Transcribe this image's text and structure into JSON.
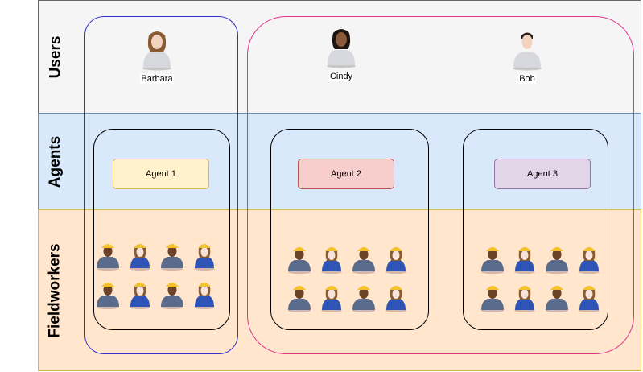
{
  "lanes": [
    {
      "label": "Users",
      "fill": "#f5f5f5",
      "stroke": "#666666"
    },
    {
      "label": "Agents",
      "fill": "#dae8fc",
      "stroke": "#6c8ebf"
    },
    {
      "label": "Fieldworkers",
      "fill": "#ffe6cc",
      "stroke": "#d6b656"
    }
  ],
  "users": [
    {
      "name": "Barbara",
      "icon": "woman-user-icon",
      "hair": "#8a5a33",
      "skin": "#f3d2c0"
    },
    {
      "name": "Cindy",
      "icon": "woman-user-icon",
      "hair": "#1e1410",
      "skin": "#8a5a3a"
    },
    {
      "name": "Bob",
      "icon": "man-user-icon",
      "hair": "#2a2018",
      "skin": "#f3d2c0"
    }
  ],
  "agents": [
    {
      "label": "Agent 1",
      "fill": "#fff2cc",
      "stroke": "#d6b656"
    },
    {
      "label": "Agent 2",
      "fill": "#f8cecc",
      "stroke": "#b85450"
    },
    {
      "label": "Agent 3",
      "fill": "#e1d5e7",
      "stroke": "#9673a6"
    }
  ],
  "groups": [
    {
      "name": "barbara-group",
      "stroke": "#3333cc"
    },
    {
      "name": "cindy-bob-group",
      "stroke": "#e0368f"
    }
  ],
  "fieldworker_clusters": [
    {
      "agent": "Agent 1",
      "workers": [
        "male",
        "female",
        "male",
        "female",
        "male",
        "female",
        "male",
        "female"
      ]
    },
    {
      "agent": "Agent 2",
      "workers": [
        "male",
        "female",
        "male",
        "female",
        "male",
        "female",
        "male",
        "female"
      ]
    },
    {
      "agent": "Agent 3",
      "workers": [
        "male",
        "female",
        "male",
        "female",
        "male",
        "female",
        "male",
        "female"
      ]
    }
  ]
}
